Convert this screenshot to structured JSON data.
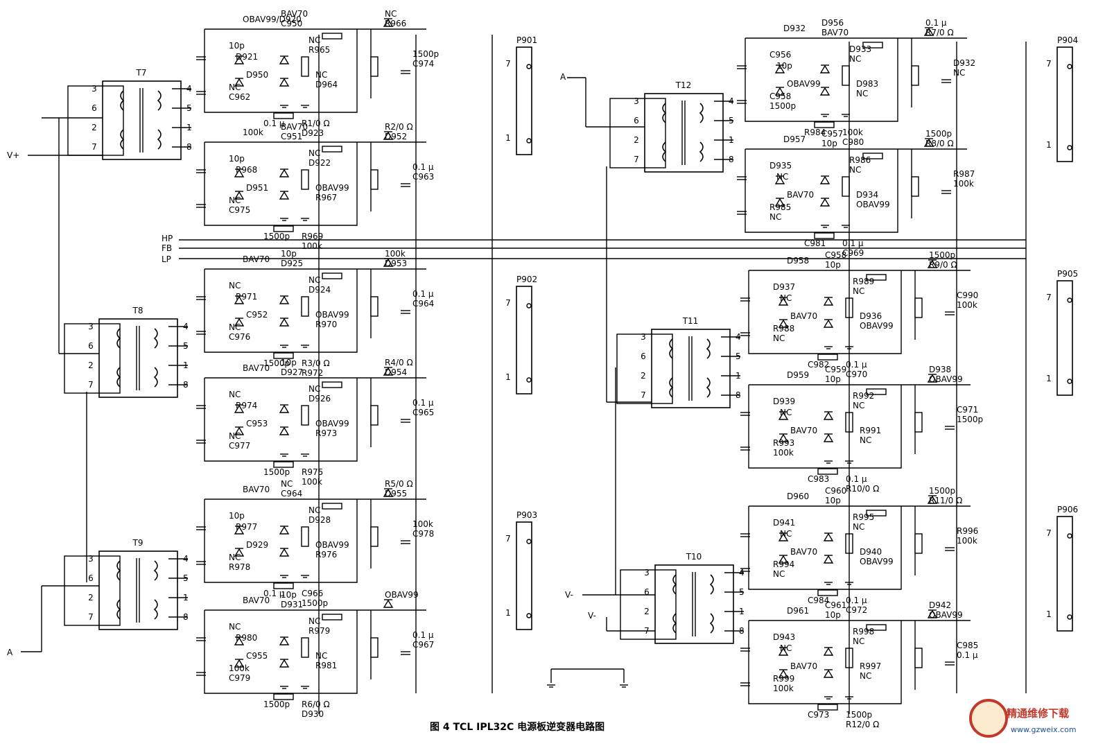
{
  "caption": "图 4 TCL IPL32C 电源板逆变器电路图",
  "watermark": {
    "site_name": "精通维修下载",
    "url": "www.gzweix.com",
    "accent": "#c0392b",
    "url_color": "#1a4f9c"
  },
  "signals": {
    "v_plus": "V+",
    "v_minus": "V-",
    "hp": "HP",
    "fb": "FB",
    "lp": "LP",
    "a": "A"
  },
  "connectors": [
    "P901",
    "P902",
    "P903",
    "P904",
    "P905",
    "P906"
  ],
  "transformers": [
    {
      "name": "T7",
      "pins_left": [
        "3",
        "6",
        "2",
        "7"
      ],
      "pins_right": [
        "4",
        "5",
        "1",
        "8"
      ]
    },
    {
      "name": "T8",
      "pins_left": [
        "3",
        "6",
        "2",
        "7"
      ],
      "pins_right": [
        "4",
        "5",
        "1",
        "8"
      ]
    },
    {
      "name": "T9",
      "pins_left": [
        "3",
        "6",
        "2",
        "7"
      ],
      "pins_right": [
        "4",
        "5",
        "1",
        "8"
      ]
    },
    {
      "name": "T12",
      "pins_left": [
        "3",
        "6",
        "2",
        "7"
      ],
      "pins_right": [
        "4",
        "5",
        "1",
        "8"
      ]
    },
    {
      "name": "T11",
      "pins_left": [
        "3",
        "6",
        "2",
        "7"
      ],
      "pins_right": [
        "4",
        "5",
        "1",
        "8"
      ]
    },
    {
      "name": "T10",
      "pins_left": [
        "3",
        "6",
        "2",
        "7"
      ],
      "pins_right": [
        "4",
        "5",
        "1",
        "8"
      ]
    }
  ],
  "left_labels": [
    "OBAV99/D920",
    "D950",
    "BAV70",
    "C950",
    "10p",
    "D921",
    "NC",
    "R965",
    "NC",
    "D964",
    "NC",
    "C962",
    "1500p",
    "C974",
    "0.1 μ",
    "R1/0 Ω",
    "D923",
    "NC",
    "R966",
    "100k",
    "D951",
    "BAV70",
    "C951",
    "10p",
    "R968",
    "NC",
    "D922",
    "OBAV99",
    "R967",
    "NC",
    "C975",
    "0.1 μ",
    "C963",
    "1500p",
    "R969",
    "100k",
    "R2/0 Ω",
    "D952",
    "BAV70",
    "C952",
    "10p",
    "D925",
    "NC",
    "R971",
    "NC",
    "D924",
    "OBAV99",
    "R970",
    "NC",
    "C976",
    "0.1 μ",
    "C964",
    "1500p",
    "R3/0 Ω",
    "R972",
    "100k",
    "D953",
    "BAV70",
    "C953",
    "10p",
    "D927",
    "NC",
    "R974",
    "NC",
    "D926",
    "OBAV99",
    "R973",
    "NC",
    "C977",
    "0.1 μ",
    "C965",
    "1500p",
    "R975",
    "100k",
    "R4/0 Ω",
    "D954",
    "BAV70",
    "D929",
    "NC",
    "C964",
    "10p",
    "R977",
    "NC",
    "D928",
    "OBAV99",
    "R976",
    "NC",
    "R978",
    "100k",
    "C978",
    "0.1 μ",
    "C966",
    "1500p",
    "R5/0 Ω",
    "D955",
    "BAV70",
    "C955",
    "10p",
    "D931",
    "NC",
    "R980",
    "NC",
    "R979",
    "NC",
    "R981",
    "100k",
    "C979",
    "0.1 μ",
    "C967",
    "1500p",
    "R6/0 Ω",
    "D930",
    "OBAV99"
  ],
  "right_labels": [
    "D932",
    "OBAV99",
    "D956",
    "BAV70",
    "C956",
    "10p",
    "D933",
    "NC",
    "D983",
    "NC",
    "C958",
    "1500p",
    "D932",
    "NC",
    "R984",
    "100k",
    "C980",
    "0.1 μ",
    "R7/0 Ω",
    "D957",
    "BAV70",
    "C957",
    "10p",
    "D935",
    "NC",
    "R986",
    "NC",
    "D934",
    "OBAV99",
    "R985",
    "NC",
    "R987",
    "100k",
    "C981",
    "0.1 μ",
    "C969",
    "1500p",
    "R8/0 Ω",
    "D958",
    "BAV70",
    "C958",
    "10p",
    "D937",
    "NC",
    "R989",
    "NC",
    "D936",
    "OBAV99",
    "R988",
    "NC",
    "C990",
    "100k",
    "C982",
    "0.1 μ",
    "C970",
    "1500p",
    "R9/0 Ω",
    "D959",
    "BAV70",
    "C959",
    "10p",
    "D939",
    "NC",
    "R992",
    "NC",
    "R991",
    "NC",
    "R993",
    "100k",
    "C971",
    "1500p",
    "C983",
    "0.1 μ",
    "R10/0 Ω",
    "D938",
    "OBAV99",
    "D960",
    "BAV70",
    "C960",
    "10p",
    "D941",
    "NC",
    "R995",
    "NC",
    "D940",
    "OBAV99",
    "R994",
    "NC",
    "R996",
    "100k",
    "C984",
    "0.1 μ",
    "C972",
    "1500p",
    "R11/0 Ω",
    "D961",
    "BAV70",
    "C961",
    "10p",
    "D943",
    "NC",
    "R998",
    "NC",
    "R997",
    "NC",
    "R999",
    "100k",
    "C985",
    "0.1 μ",
    "C973",
    "1500p",
    "R12/0 Ω",
    "D942",
    "OBAV99"
  ]
}
